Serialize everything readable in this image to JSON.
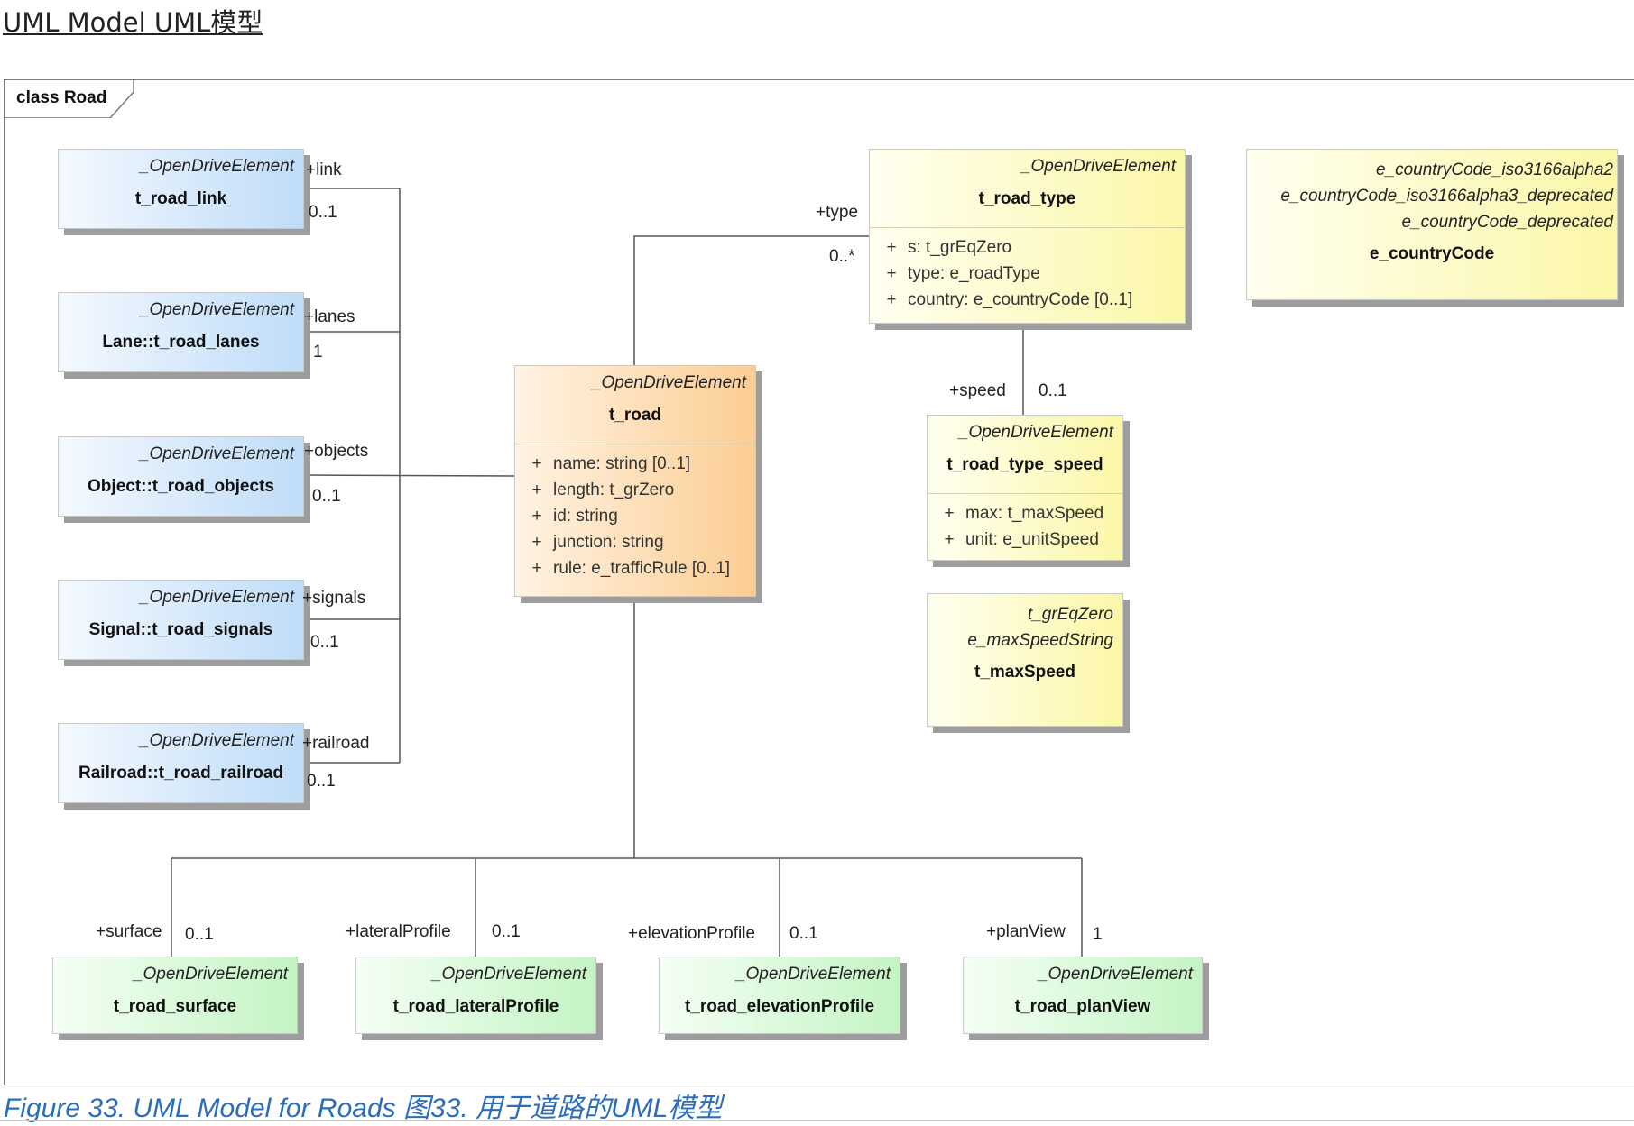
{
  "page_title": "UML Model UML模型",
  "frame_label": "class Road",
  "caption": "Figure 33. UML Model for Roads 图33. 用于道路的UML模型",
  "classes": {
    "road_link": {
      "stereotype": "_OpenDriveElement",
      "name": "t_road_link"
    },
    "road_lanes": {
      "stereotype": "_OpenDriveElement",
      "name": "Lane::t_road_lanes"
    },
    "road_objects": {
      "stereotype": "_OpenDriveElement",
      "name": "Object::t_road_objects"
    },
    "road_signals": {
      "stereotype": "_OpenDriveElement",
      "name": "Signal::t_road_signals"
    },
    "road_railroad": {
      "stereotype": "_OpenDriveElement",
      "name": "Railroad::t_road_railroad"
    },
    "road": {
      "stereotype": "_OpenDriveElement",
      "name": "t_road",
      "attributes": [
        {
          "vis": "+",
          "text": "name: string [0..1]"
        },
        {
          "vis": "+",
          "text": "length: t_grZero"
        },
        {
          "vis": "+",
          "text": "id: string"
        },
        {
          "vis": "+",
          "text": "junction: string"
        },
        {
          "vis": "+",
          "text": "rule: e_trafficRule [0..1]"
        }
      ]
    },
    "road_type": {
      "stereotype": "_OpenDriveElement",
      "name": "t_road_type",
      "attributes": [
        {
          "vis": "+",
          "text": "s: t_grEqZero"
        },
        {
          "vis": "+",
          "text": "type: e_roadType"
        },
        {
          "vis": "+",
          "text": "country: e_countryCode [0..1]"
        }
      ]
    },
    "road_type_speed": {
      "stereotype": "_OpenDriveElement",
      "name": "t_road_type_speed",
      "attributes": [
        {
          "vis": "+",
          "text": "max: t_maxSpeed"
        },
        {
          "vis": "+",
          "text": "unit: e_unitSpeed"
        }
      ]
    },
    "max_speed": {
      "stereotypes": [
        "t_grEqZero",
        "e_maxSpeedString"
      ],
      "name": "t_maxSpeed"
    },
    "country_code": {
      "stereotypes": [
        "e_countryCode_iso3166alpha2",
        "e_countryCode_iso3166alpha3_deprecated",
        "e_countryCode_deprecated"
      ],
      "name": "e_countryCode"
    },
    "road_surface": {
      "stereotype": "_OpenDriveElement",
      "name": "t_road_surface"
    },
    "road_lateral_profile": {
      "stereotype": "_OpenDriveElement",
      "name": "t_road_lateralProfile"
    },
    "road_elevation_profile": {
      "stereotype": "_OpenDriveElement",
      "name": "t_road_elevationProfile"
    },
    "road_plan_view": {
      "stereotype": "_OpenDriveElement",
      "name": "t_road_planView"
    }
  },
  "associations": {
    "link": {
      "role": "+link",
      "mult": "0..1"
    },
    "lanes": {
      "role": "+lanes",
      "mult": "1"
    },
    "objects": {
      "role": "+objects",
      "mult": "0..1"
    },
    "signals": {
      "role": "+signals",
      "mult": "0..1"
    },
    "railroad": {
      "role": "+railroad",
      "mult": "0..1"
    },
    "type": {
      "role": "+type",
      "mult": "0..*"
    },
    "speed": {
      "role": "+speed",
      "mult": "0..1"
    },
    "surface": {
      "role": "+surface",
      "mult": "0..1"
    },
    "lateral_profile": {
      "role": "+lateralProfile",
      "mult": "0..1"
    },
    "elevation_profile": {
      "role": "+elevationProfile",
      "mult": "0..1"
    },
    "plan_view": {
      "role": "+planView",
      "mult": "1"
    }
  }
}
